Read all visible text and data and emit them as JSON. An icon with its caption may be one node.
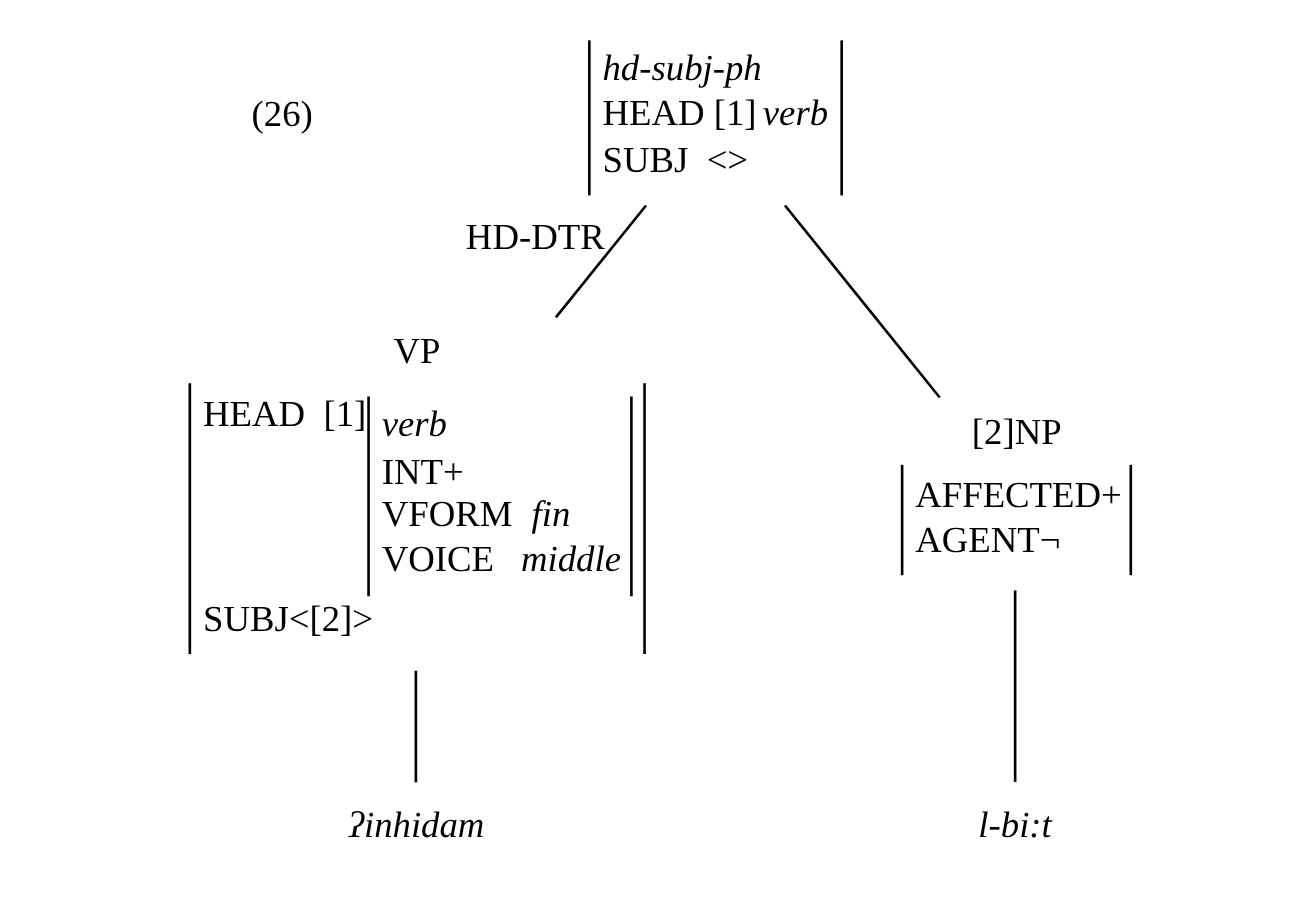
{
  "diagram": {
    "nodes": [
      {
        "text": [
          "hd-subj-ph",
          "HEAD [1] *verb*",
          "SUBJ  <>"
        ]
      },
      {
        "text": [
          "VP",
          "HEAD  [1]",
          "verb",
          "INT+",
          "VFORM  *fin*",
          "VOICE   *middle*",
          "SUBJ<[2]>"
        ]
      },
      {
        "text": [
          "[2]NP",
          "AFFECTED+",
          "AGENT¬"
        ]
      },
      {
        "text": [
          "ʔinhidam"
        ]
      },
      {
        "text": [
          "l-bi:t"
        ]
      }
    ],
    "edges": [
      {
        "from": 0,
        "to": 1,
        "arrow": "none",
        "label": "HD-DTR"
      },
      {
        "from": 0,
        "to": 2,
        "arrow": "none"
      },
      {
        "from": 1,
        "to": 3,
        "arrow": "none"
      },
      {
        "from": 2,
        "to": 4,
        "arrow": "none"
      }
    ],
    "labels": [
      "(26)"
    ]
  }
}
